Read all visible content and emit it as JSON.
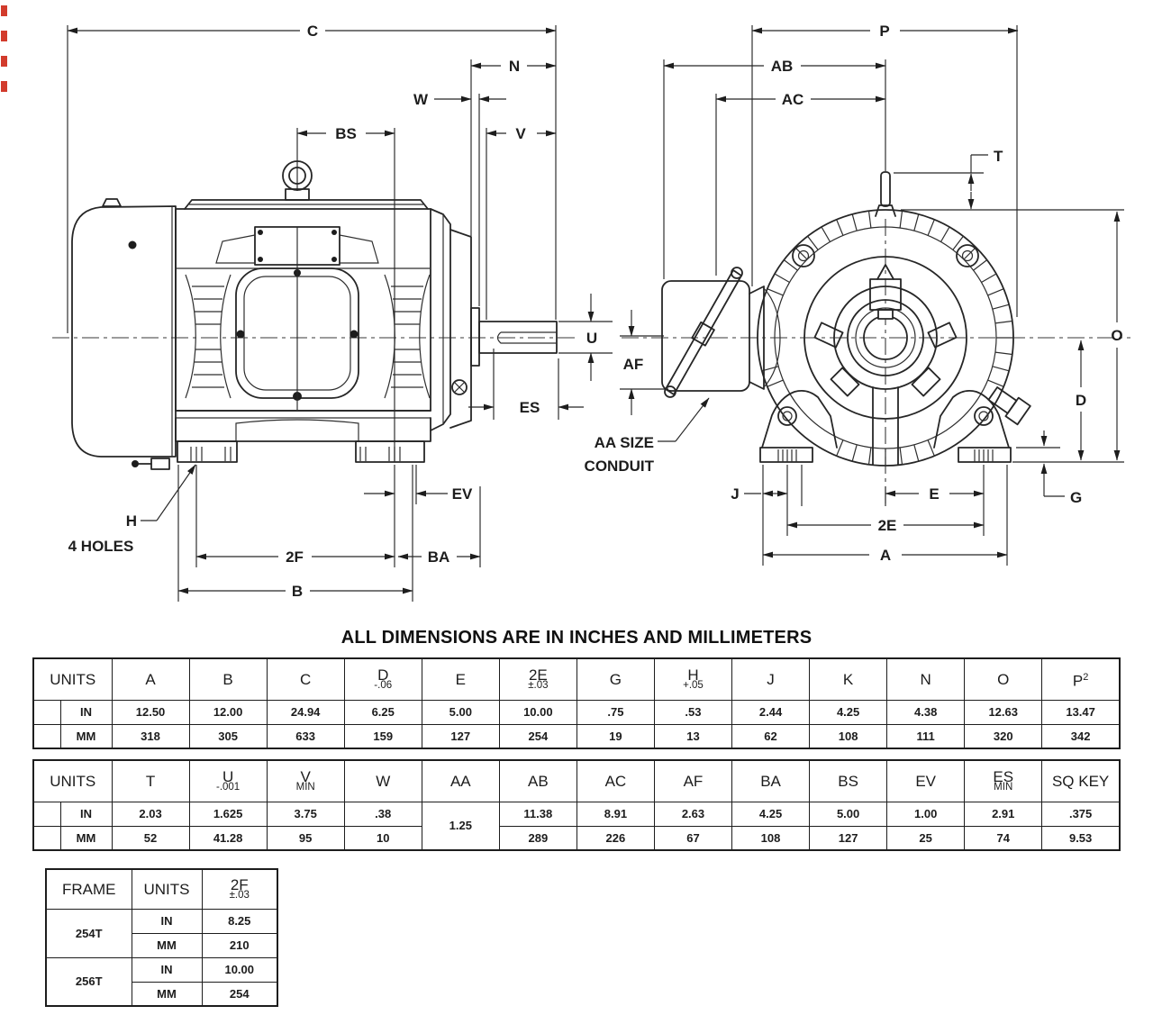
{
  "title": "ALL DIMENSIONS ARE IN INCHES AND MILLIMETERS",
  "colors": {
    "ink": "#1d1d1d",
    "edge_mark_red": "#d23b2c"
  },
  "side_view": {
    "labels": {
      "c": "C",
      "n": "N",
      "w": "W",
      "bs": "BS",
      "v": "V",
      "u": "U",
      "es": "ES",
      "ev": "EV",
      "two_f": "2F",
      "ba": "BA",
      "b": "B",
      "h": "H",
      "holes": "4 HOLES",
      "af": "AF",
      "aa_line1": "AA SIZE",
      "aa_line2": "CONDUIT"
    }
  },
  "end_view": {
    "labels": {
      "p": "P",
      "ab": "AB",
      "ac": "AC",
      "t": "T",
      "o": "O",
      "d": "D",
      "g": "G",
      "j": "J",
      "e": "E",
      "two_e": "2E",
      "a": "A"
    }
  },
  "tables": {
    "dims1": {
      "head": [
        {
          "t": "UNITS",
          "colspan": 2
        },
        {
          "t": "A"
        },
        {
          "t": "B"
        },
        {
          "t": "C"
        },
        {
          "t": "D",
          "sub": "-.06"
        },
        {
          "t": "E"
        },
        {
          "t": "2E",
          "sub": "±.03"
        },
        {
          "t": "G"
        },
        {
          "t": "H",
          "sub": "+.05"
        },
        {
          "t": "J"
        },
        {
          "t": "K"
        },
        {
          "t": "N"
        },
        {
          "t": "O"
        },
        {
          "t": "P",
          "sup": "2"
        }
      ],
      "rows": [
        [
          {
            "t": "",
            "cls": "narrow"
          },
          {
            "t": "IN",
            "cls": "unit"
          },
          "12.50",
          "12.00",
          "24.94",
          "6.25",
          "5.00",
          "10.00",
          ".75",
          ".53",
          "2.44",
          "4.25",
          "4.38",
          "12.63",
          "13.47"
        ],
        [
          {
            "t": "",
            "cls": "narrow"
          },
          {
            "t": "MM",
            "cls": "unit"
          },
          "318",
          "305",
          "633",
          "159",
          "127",
          "254",
          "19",
          "13",
          "62",
          "108",
          "111",
          "320",
          "342"
        ]
      ]
    },
    "dims2": {
      "head": [
        {
          "t": "UNITS",
          "colspan": 2
        },
        {
          "t": "T"
        },
        {
          "t": "U",
          "sub": "-.001"
        },
        {
          "t": "V",
          "sub": "MIN"
        },
        {
          "t": "W"
        },
        {
          "t": "AA"
        },
        {
          "t": "AB"
        },
        {
          "t": "AC"
        },
        {
          "t": "AF"
        },
        {
          "t": "BA"
        },
        {
          "t": "BS"
        },
        {
          "t": "EV"
        },
        {
          "t": "ES",
          "sub": "MIN"
        },
        {
          "t": "SQ KEY"
        }
      ],
      "rows": [
        [
          {
            "t": "",
            "cls": "narrow"
          },
          {
            "t": "IN",
            "cls": "unit"
          },
          "2.03",
          "1.625",
          "3.75",
          ".38",
          {
            "t": "1.25",
            "rowspan": 2
          },
          "11.38",
          "8.91",
          "2.63",
          "4.25",
          "5.00",
          "1.00",
          "2.91",
          ".375"
        ],
        [
          {
            "t": "",
            "cls": "narrow"
          },
          {
            "t": "MM",
            "cls": "unit"
          },
          "52",
          "41.28",
          "95",
          "10",
          "289",
          "226",
          "67",
          "108",
          "127",
          "25",
          "74",
          "9.53"
        ]
      ]
    },
    "frame": {
      "head": [
        {
          "t": "FRAME"
        },
        {
          "t": "UNITS"
        },
        {
          "t": "2F",
          "sub": "±.03"
        }
      ],
      "rows": [
        [
          {
            "t": "254T",
            "rowspan": 2,
            "cls": "frame"
          },
          {
            "t": "IN",
            "cls": "unit"
          },
          "8.25"
        ],
        [
          {
            "t": "MM",
            "cls": "unit"
          },
          "210"
        ],
        [
          {
            "t": "256T",
            "rowspan": 2,
            "cls": "frame"
          },
          {
            "t": "IN",
            "cls": "unit"
          },
          "10.00"
        ],
        [
          {
            "t": "MM",
            "cls": "unit"
          },
          "254"
        ]
      ]
    }
  }
}
